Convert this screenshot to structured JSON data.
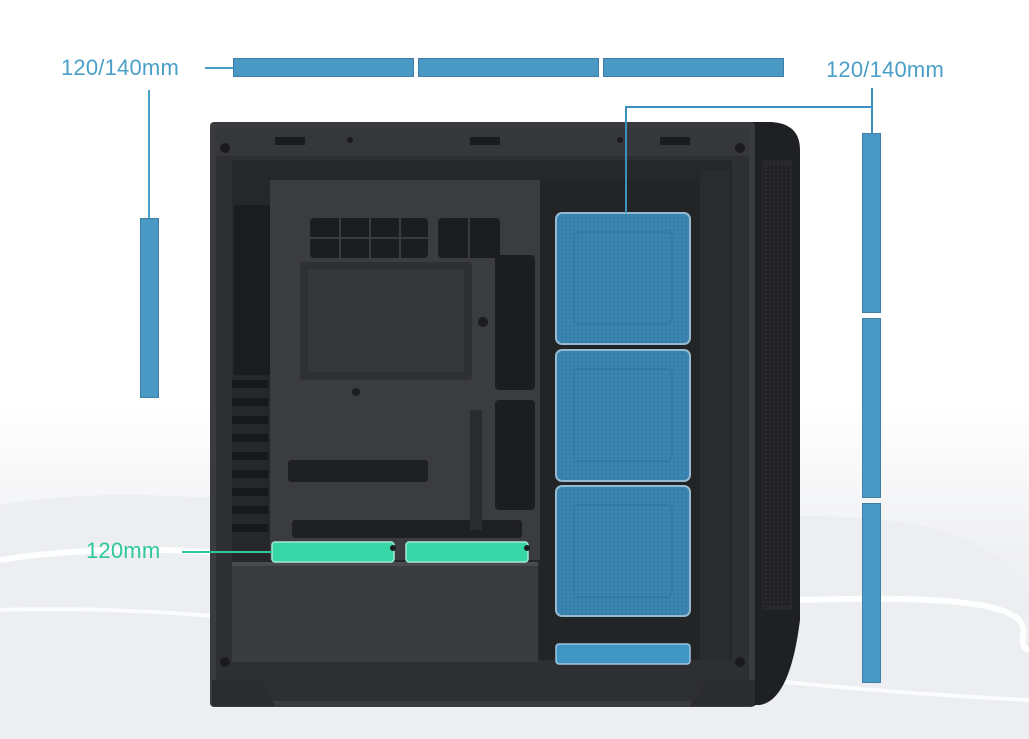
{
  "labels": {
    "top_left": "120/140mm",
    "top_right": "120/140mm",
    "bottom_left": "120mm"
  },
  "colors": {
    "fan_blue": "#4a98c4",
    "fan_blue_line": "#3f8ec0",
    "label_blue": "#4a9fc8",
    "fan_green": "#38d5a6",
    "label_green": "#2ec79a",
    "case_dark": "#2b2c2f",
    "case_frame": "#3a3b3e"
  },
  "icons": {
    "case": "pc-case-side-view"
  }
}
